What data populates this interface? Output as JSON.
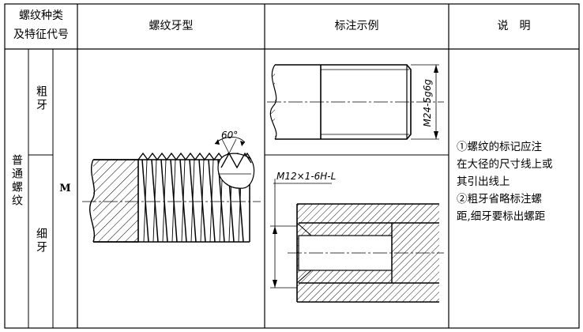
{
  "header": {
    "col1_line1": "螺纹种类",
    "col1_line2": "及特征代号",
    "col2": "螺纹牙型",
    "col3": "标注示例",
    "col4": "说　明"
  },
  "body": {
    "category": "普通螺纹",
    "coarse": "粗牙",
    "fine": "细牙",
    "code": "M"
  },
  "drawings": {
    "angle_label": "60°",
    "coarse_label": "M24-5g6g",
    "fine_label": "M12×1-6H-L"
  },
  "description": {
    "line1": "①螺纹的标记应注",
    "line2": "在大径的尺寸线上或",
    "line3": "其引出线上",
    "line4": "②粗牙省略标注螺",
    "line5": "距,细牙要标出螺距"
  }
}
